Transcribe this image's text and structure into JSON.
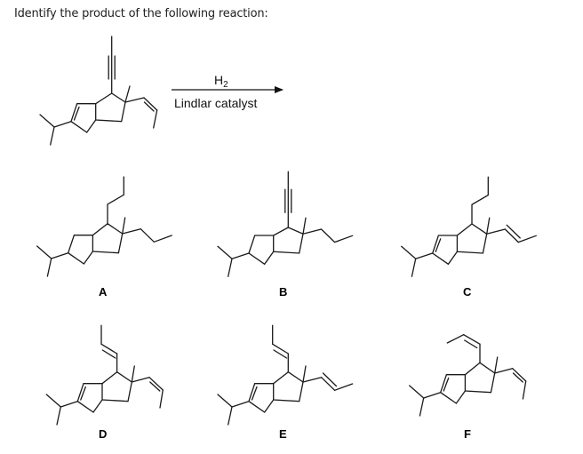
{
  "question": {
    "text": "Identify the product of the following reaction:"
  },
  "reaction": {
    "reagent_top": "H",
    "reagent_top_subscript": "2",
    "reagent_bottom": "Lindlar catalyst",
    "reactant": {
      "description": "Bicyclo[3.3.0]octene core with isopropyl on ring C=C, propynyl on C1, methyl and cis-propenyl on quaternary carbon",
      "top_substituent": "propynyl",
      "right_substituent": "cis-propenyl",
      "ring_alkene": true
    }
  },
  "choices": [
    {
      "label": "A",
      "top_substituent": "propyl",
      "right_substituent": "propyl",
      "ring_alkene": false
    },
    {
      "label": "B",
      "top_substituent": "propynyl",
      "right_substituent": "propyl",
      "ring_alkene": false
    },
    {
      "label": "C",
      "top_substituent": "propyl",
      "right_substituent": "trans-propenyl",
      "ring_alkene": true
    },
    {
      "label": "D",
      "top_substituent": "trans-propenyl",
      "right_substituent": "cis-propenyl",
      "ring_alkene": true
    },
    {
      "label": "E",
      "top_substituent": "trans-propenyl",
      "right_substituent": "trans-propenyl",
      "ring_alkene": true
    },
    {
      "label": "F",
      "top_substituent": "cis-propenyl",
      "right_substituent": "cis-propenyl",
      "ring_alkene": true
    }
  ],
  "colors": {
    "text": "#222222",
    "bonds": "#1a1a1a",
    "background": "#ffffff"
  }
}
